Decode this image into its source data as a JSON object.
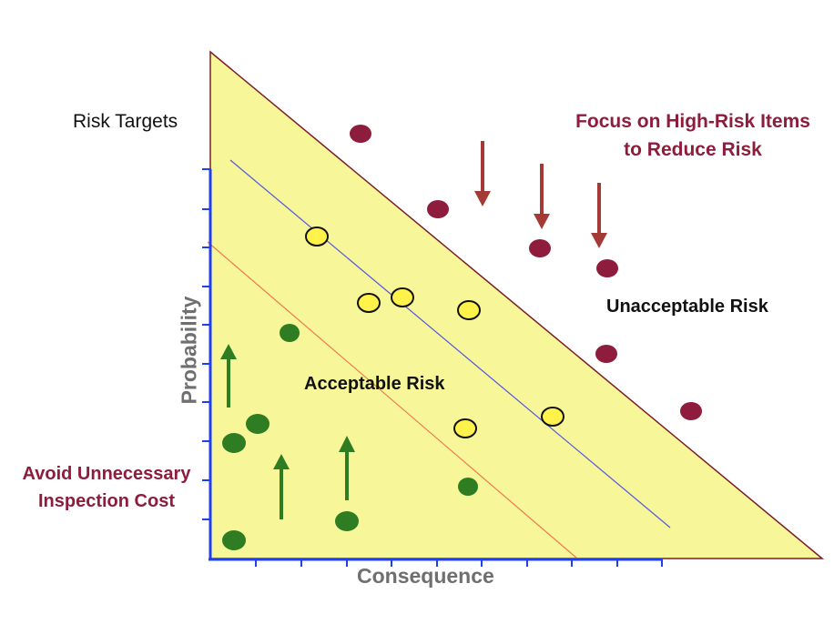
{
  "labels": {
    "risk_targets": "Risk Targets",
    "focus": "Focus on High-Risk Items to  Reduce Risk",
    "unacceptable": "Unacceptable Risk",
    "acceptable": "Acceptable Risk",
    "avoid": "Avoid Unnecessary Inspection Cost",
    "x_axis": "Consequence",
    "y_axis": "Probability"
  },
  "colors": {
    "zone_fill": "#f7f79a",
    "zone_border": "#7a1e2a",
    "axis": "#1f3ff0",
    "target_line": "#5555e0",
    "lower_line": "#ef7a4a",
    "high_risk": "#8e1c3c",
    "on_target": "#fff24a",
    "low_risk": "#2f7d22",
    "arrow_down": "#a43a36",
    "arrow_up": "#2f7d22"
  }
}
